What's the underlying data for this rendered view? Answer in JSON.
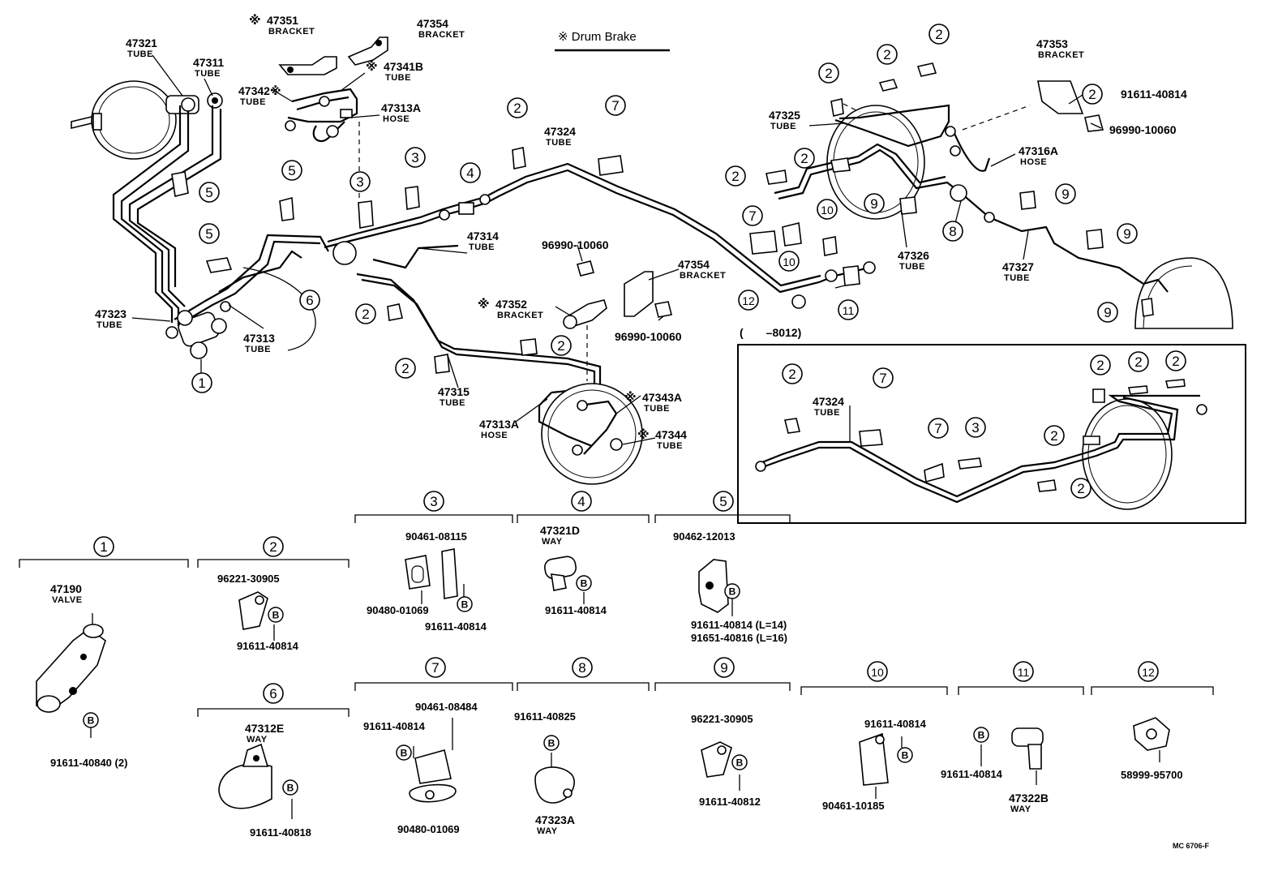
{
  "legend": {
    "text": "※ Drum Brake"
  },
  "inset_range": "(　　–8012)",
  "drawing_code": "MC 6706-F",
  "bolt_symbol": "B",
  "labels": [
    {
      "id": "l1",
      "num": "47351",
      "desc": "BRACKET",
      "mark": true
    },
    {
      "id": "l2",
      "num": "47354",
      "desc": "BRACKET"
    },
    {
      "id": "l3",
      "num": "47321",
      "desc": "TUBE"
    },
    {
      "id": "l4",
      "num": "47311",
      "desc": "TUBE"
    },
    {
      "id": "l5",
      "num": "47341B",
      "desc": "TUBE",
      "mark": true
    },
    {
      "id": "l6",
      "num": "47342※",
      "desc": "TUBE"
    },
    {
      "id": "l7",
      "num": "47313A",
      "desc": "HOSE"
    },
    {
      "id": "l8",
      "num": "47324",
      "desc": "TUBE"
    },
    {
      "id": "l9",
      "num": "47314",
      "desc": "TUBE"
    },
    {
      "id": "l10",
      "num": "96990-10060",
      "desc": ""
    },
    {
      "id": "l11",
      "num": "47354",
      "desc": "BRACKET"
    },
    {
      "id": "l12",
      "num": "47352",
      "desc": "BRACKET",
      "mark": true
    },
    {
      "id": "l13",
      "num": "96990-10060",
      "desc": ""
    },
    {
      "id": "l14",
      "num": "47323",
      "desc": "TUBE"
    },
    {
      "id": "l15",
      "num": "47313",
      "desc": "TUBE"
    },
    {
      "id": "l16",
      "num": "47315",
      "desc": "TUBE"
    },
    {
      "id": "l17",
      "num": "47313A",
      "desc": "HOSE"
    },
    {
      "id": "l18",
      "num": "47343A",
      "desc": "TUBE",
      "mark": true
    },
    {
      "id": "l19",
      "num": "47344",
      "desc": "TUBE",
      "mark": true
    },
    {
      "id": "l20",
      "num": "47353",
      "desc": "BRACKET"
    },
    {
      "id": "l21",
      "num": "91611-40814",
      "desc": "",
      "bolt": true
    },
    {
      "id": "l22",
      "num": "96990-10060",
      "desc": ""
    },
    {
      "id": "l23",
      "num": "47325",
      "desc": "TUBE"
    },
    {
      "id": "l24",
      "num": "47316A",
      "desc": "HOSE"
    },
    {
      "id": "l25",
      "num": "47326",
      "desc": "TUBE"
    },
    {
      "id": "l26",
      "num": "47327",
      "desc": "TUBE"
    },
    {
      "id": "l27",
      "num": "47324",
      "desc": "TUBE"
    }
  ],
  "callouts": [
    {
      "id": "c1",
      "n": "2"
    },
    {
      "id": "c2",
      "n": "2"
    },
    {
      "id": "c3",
      "n": "2"
    },
    {
      "id": "c4",
      "n": "2"
    },
    {
      "id": "c5",
      "n": "2"
    },
    {
      "id": "c6",
      "n": "2"
    },
    {
      "id": "c7",
      "n": "7"
    },
    {
      "id": "c8",
      "n": "5"
    },
    {
      "id": "c9",
      "n": "5"
    },
    {
      "id": "c10",
      "n": "3"
    },
    {
      "id": "c11",
      "n": "3"
    },
    {
      "id": "c12",
      "n": "4"
    },
    {
      "id": "c13",
      "n": "5"
    },
    {
      "id": "c14",
      "n": "6"
    },
    {
      "id": "c15",
      "n": "1"
    },
    {
      "id": "c16",
      "n": "2"
    },
    {
      "id": "c17",
      "n": "2"
    },
    {
      "id": "c18",
      "n": "2"
    },
    {
      "id": "c19",
      "n": "2"
    },
    {
      "id": "c20",
      "n": "7"
    },
    {
      "id": "c21",
      "n": "10"
    },
    {
      "id": "c22",
      "n": "10"
    },
    {
      "id": "c23",
      "n": "9"
    },
    {
      "id": "c24",
      "n": "8"
    },
    {
      "id": "c25",
      "n": "9"
    },
    {
      "id": "c26",
      "n": "9"
    },
    {
      "id": "c27",
      "n": "9"
    },
    {
      "id": "c28",
      "n": "12"
    },
    {
      "id": "c29",
      "n": "11"
    },
    {
      "id": "c30",
      "n": "2"
    },
    {
      "id": "c31",
      "n": "7"
    },
    {
      "id": "c32",
      "n": "7"
    },
    {
      "id": "c33",
      "n": "3"
    },
    {
      "id": "c34",
      "n": "2"
    },
    {
      "id": "c35",
      "n": "2"
    },
    {
      "id": "c36",
      "n": "2"
    },
    {
      "id": "c37",
      "n": "2"
    },
    {
      "id": "c38",
      "n": "2"
    }
  ],
  "details": [
    {
      "id": "d1",
      "n": "1",
      "parts": [
        {
          "num": "47190",
          "desc": "VALVE"
        },
        {
          "num": "91611-40840 (2)",
          "desc": "",
          "bolt": true
        }
      ]
    },
    {
      "id": "d2",
      "n": "2",
      "parts": [
        {
          "num": "96221-30905",
          "desc": ""
        },
        {
          "num": "91611-40814",
          "desc": "",
          "bolt": true
        }
      ]
    },
    {
      "id": "d3",
      "n": "3",
      "parts": [
        {
          "num": "90461-08115",
          "desc": ""
        },
        {
          "num": "90480-01069",
          "desc": ""
        },
        {
          "num": "91611-40814",
          "desc": "",
          "bolt": true
        }
      ]
    },
    {
      "id": "d4",
      "n": "4",
      "parts": [
        {
          "num": "47321D",
          "desc": "WAY"
        },
        {
          "num": "91611-40814",
          "desc": "",
          "bolt": true
        }
      ]
    },
    {
      "id": "d5",
      "n": "5",
      "parts": [
        {
          "num": "90462-12013",
          "desc": ""
        },
        {
          "num": "91611-40814 (L=14)",
          "desc": "",
          "bolt": true
        },
        {
          "num": "91651-40816 (L=16)",
          "desc": ""
        }
      ]
    },
    {
      "id": "d6",
      "n": "6",
      "parts": [
        {
          "num": "47312E",
          "desc": "WAY"
        },
        {
          "num": "91611-40818",
          "desc": "",
          "bolt": true
        }
      ]
    },
    {
      "id": "d7",
      "n": "7",
      "parts": [
        {
          "num": "90461-08484",
          "desc": ""
        },
        {
          "num": "91611-40814",
          "desc": "",
          "bolt": true
        },
        {
          "num": "90480-01069",
          "desc": ""
        }
      ]
    },
    {
      "id": "d8",
      "n": "8",
      "parts": [
        {
          "num": "91611-40825",
          "desc": "",
          "bolt": true
        },
        {
          "num": "47323A",
          "desc": "WAY"
        }
      ]
    },
    {
      "id": "d9",
      "n": "9",
      "parts": [
        {
          "num": "96221-30905",
          "desc": ""
        },
        {
          "num": "91611-40812",
          "desc": "",
          "bolt": true
        }
      ]
    },
    {
      "id": "d10",
      "n": "10",
      "parts": [
        {
          "num": "91611-40814",
          "desc": "",
          "bolt": true
        },
        {
          "num": "90461-10185",
          "desc": ""
        }
      ]
    },
    {
      "id": "d11",
      "n": "11",
      "parts": [
        {
          "num": "91611-40814",
          "desc": "",
          "bolt": true
        },
        {
          "num": "47322B",
          "desc": "WAY"
        }
      ]
    },
    {
      "id": "d12",
      "n": "12",
      "parts": [
        {
          "num": "58999-95700",
          "desc": ""
        }
      ]
    }
  ]
}
